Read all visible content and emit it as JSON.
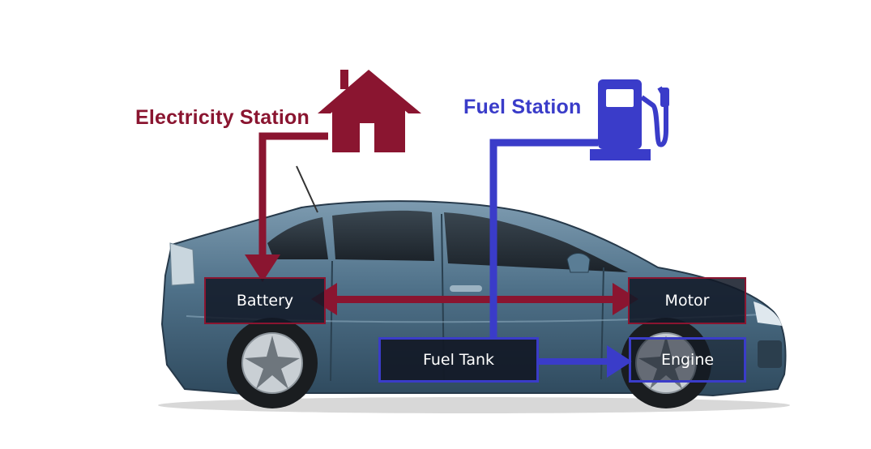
{
  "colors": {
    "electricity": "#8a1530",
    "fuel": "#3a3cc9",
    "car_body": "#4d6f87",
    "component_bg": "#141b27"
  },
  "sources": {
    "electricity": {
      "label": "Electricity Station",
      "icon": "house-icon"
    },
    "fuel": {
      "label": "Fuel Station",
      "icon": "fuel-pump-icon"
    }
  },
  "components": {
    "battery": "Battery",
    "motor": "Motor",
    "fuel_tank": "Fuel Tank",
    "engine": "Engine"
  },
  "flows": [
    {
      "from": "Electricity Station",
      "to": "Battery",
      "type": "electricity"
    },
    {
      "from": "Battery",
      "to": "Motor",
      "type": "electricity",
      "bidirectional": true
    },
    {
      "from": "Fuel Station",
      "to": "Fuel Tank",
      "type": "fuel"
    },
    {
      "from": "Fuel Tank",
      "to": "Engine",
      "type": "fuel"
    }
  ]
}
